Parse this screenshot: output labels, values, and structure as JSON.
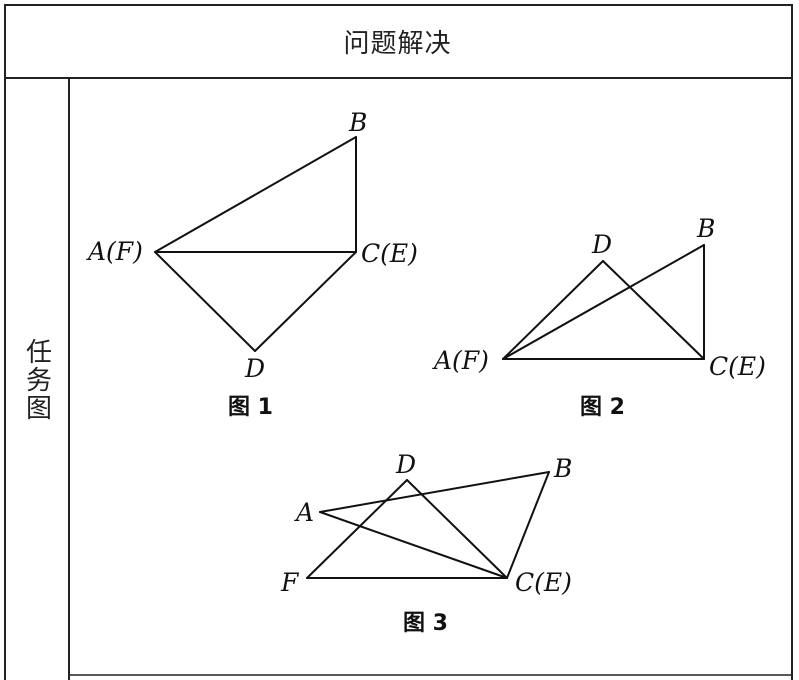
{
  "table": {
    "header": "问题解决",
    "row_label": "任务图"
  },
  "figures": [
    {
      "caption": "图 1",
      "points": {
        "B": "B",
        "AF": "A(F)",
        "CE": "C(E)",
        "D": "D"
      }
    },
    {
      "caption": "图 2",
      "points": {
        "D": "D",
        "B": "B",
        "AF": "A(F)",
        "CE": "C(E)"
      }
    },
    {
      "caption": "图 3",
      "points": {
        "D": "D",
        "B": "B",
        "A": "A",
        "F": "F",
        "CE": "C(E)"
      }
    }
  ]
}
